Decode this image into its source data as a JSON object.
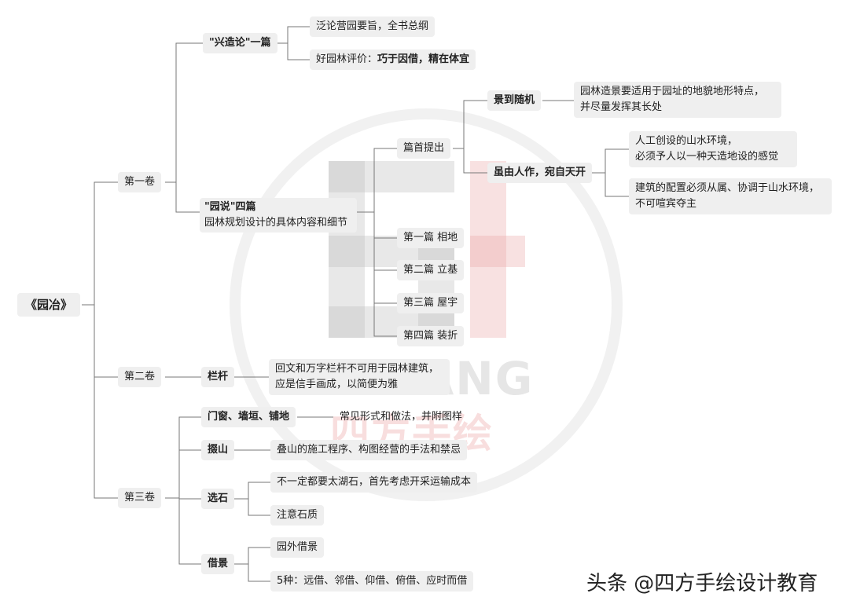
{
  "root": "《园冶》",
  "volume1": {
    "label": "第一卷",
    "xingzao": {
      "label": "\"兴造论\"一篇",
      "item1": "泛论营园要旨，全书总纲",
      "item2_prefix": "好园林评价：",
      "item2_bold": "巧于因借，精在体宜"
    },
    "yuanshuo": {
      "label": "\"园说\"四篇",
      "desc": "园林规划设计的具体内容和细节",
      "pianshou": {
        "label": "篇首提出",
        "jingdao": {
          "label": "景到随机",
          "text_line1": "园林造景要适用于园址的地貌地形特点，",
          "text_line2": "并尽量发挥其长处"
        },
        "suiyou": {
          "label": "虽由人作，宛自天开",
          "text1_line1": "人工创设的山水环境，",
          "text1_line2": "必须予人以一种天造地设的感觉",
          "text2_line1": "建筑的配置必须从属、协调于山水环境，",
          "text2_line2": "不可喧宾夺主"
        }
      },
      "chapters": [
        "第一篇 相地",
        "第二篇 立基",
        "第三篇 屋宇",
        "第四篇 装折"
      ]
    }
  },
  "volume2": {
    "label": "第二卷",
    "langan": {
      "label": "栏杆",
      "text_line1": "回文和万字栏杆不可用于园林建筑，",
      "text_line2": "应是信手画成，以简便为雅"
    }
  },
  "volume3": {
    "label": "第三卷",
    "menchuang": {
      "label": "门窗、墙垣、铺地",
      "text": "常见形式和做法，并附图样"
    },
    "dieshan": {
      "label": "掇山",
      "text": "叠山的施工程序、构图经营的手法和禁忌"
    },
    "xuanshi": {
      "label": "选石",
      "text1": "不一定都要太湖石，首先考虑开采运输成本",
      "text2": "注意石质"
    },
    "jiejing": {
      "label": "借景",
      "text1": "园外借景",
      "text2": "5种：远借、邻借、仰借、俯借、应时而借"
    }
  },
  "watermark": {
    "text_en": "SIFANG",
    "text_cn": "四方手绘",
    "colors": {
      "gray": "#d9d9d9",
      "red": "#f2c4c4"
    }
  },
  "credit": "头条 @四方手绘设计教育",
  "colors": {
    "node_bg": "#efefef",
    "line": "#777777",
    "text": "#222222"
  }
}
